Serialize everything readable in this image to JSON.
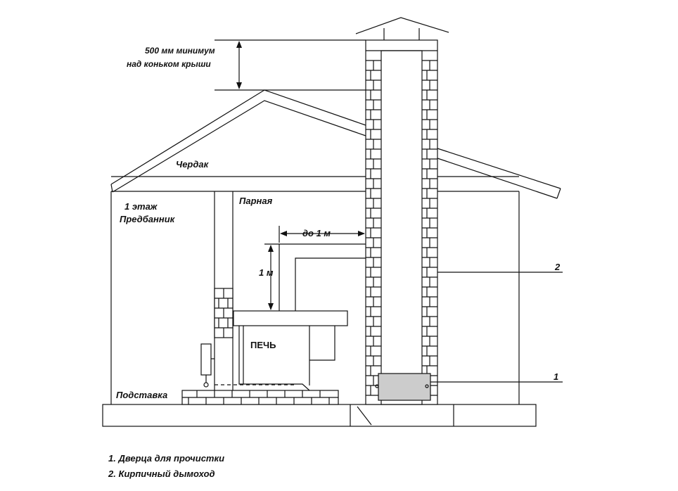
{
  "labels": {
    "height_note_line1": "500 мм минимум",
    "height_note_line2": "над коньком крыши",
    "attic": "Чердак",
    "steam_room": "Парная",
    "floor_1": "1 этаж",
    "dressing_room": "Предбанник",
    "distance_horizontal": "до 1 м",
    "distance_vertical": "1 м",
    "stove": "ПЕЧЬ",
    "stand": "Подставка",
    "callout_2": "2",
    "callout_1": "1"
  },
  "legend": [
    "1.  Дверца для прочистки",
    "2. Кирпичный дымоход"
  ],
  "colors": {
    "line": "#111111",
    "cleanout_door_fill": "#cccccc",
    "background": "#ffffff"
  }
}
